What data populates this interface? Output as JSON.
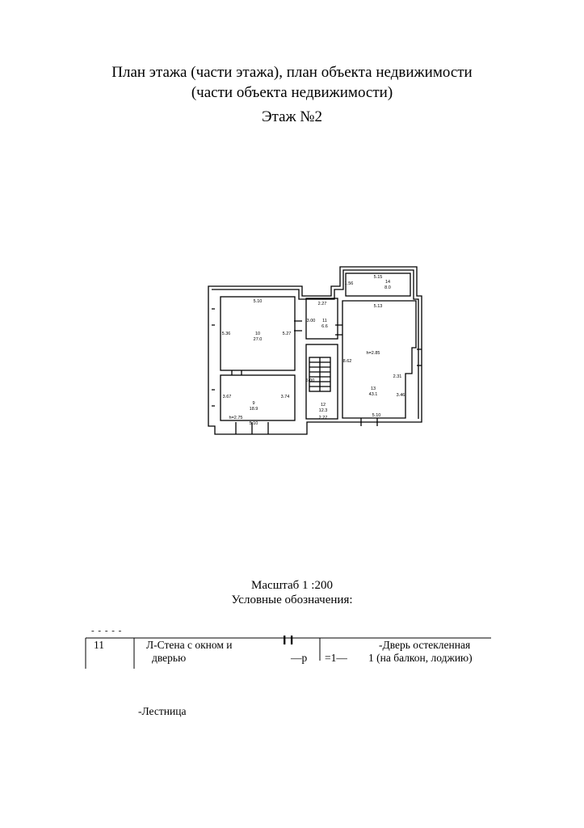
{
  "header": {
    "title_line1": "План этажа (части этажа), план объекта недвижимости",
    "title_line2": "(части объекта недвижимости)",
    "floor": "Этаж №2"
  },
  "plan": {
    "rooms": [
      {
        "id": "room-10",
        "number": "10",
        "area": "27.0",
        "dims": [
          "5.10",
          "5.36",
          "5.27"
        ]
      },
      {
        "id": "room-9",
        "number": "9",
        "area": "18.9",
        "dims": [
          "3.67",
          "3.74",
          "5.10"
        ],
        "height": "h=2.75"
      },
      {
        "id": "room-11",
        "number": "11",
        "area": "6.6",
        "dims": [
          "2.27",
          "3.00"
        ]
      },
      {
        "id": "room-12",
        "number": "12",
        "area": "12.3",
        "dims": [
          "2.27",
          "5.00"
        ]
      },
      {
        "id": "room-13",
        "number": "13",
        "area": "43.1",
        "dims": [
          "5.13",
          "8.62",
          "2.31",
          "3.46",
          "5.10"
        ],
        "height": "h=2.85"
      },
      {
        "id": "room-14",
        "number": "14",
        "area": "8.0",
        "dims": [
          "5.15",
          "1.56"
        ]
      }
    ]
  },
  "scale": "Масштаб 1 :200",
  "legend_title": "Условные обозначения:",
  "legend": {
    "dashes": "- - - - -",
    "col1": "11",
    "wall_label": "Л-Стена с окном и",
    "wall_label2": "дверью",
    "door_marks": "I I",
    "door_sub_a": "—р",
    "door_sub_b": "=1—",
    "glazed_door": "-Дверь остекленная",
    "glazed_door2": "1 (на балкон, лоджию)",
    "stairs": "-Лестница"
  }
}
